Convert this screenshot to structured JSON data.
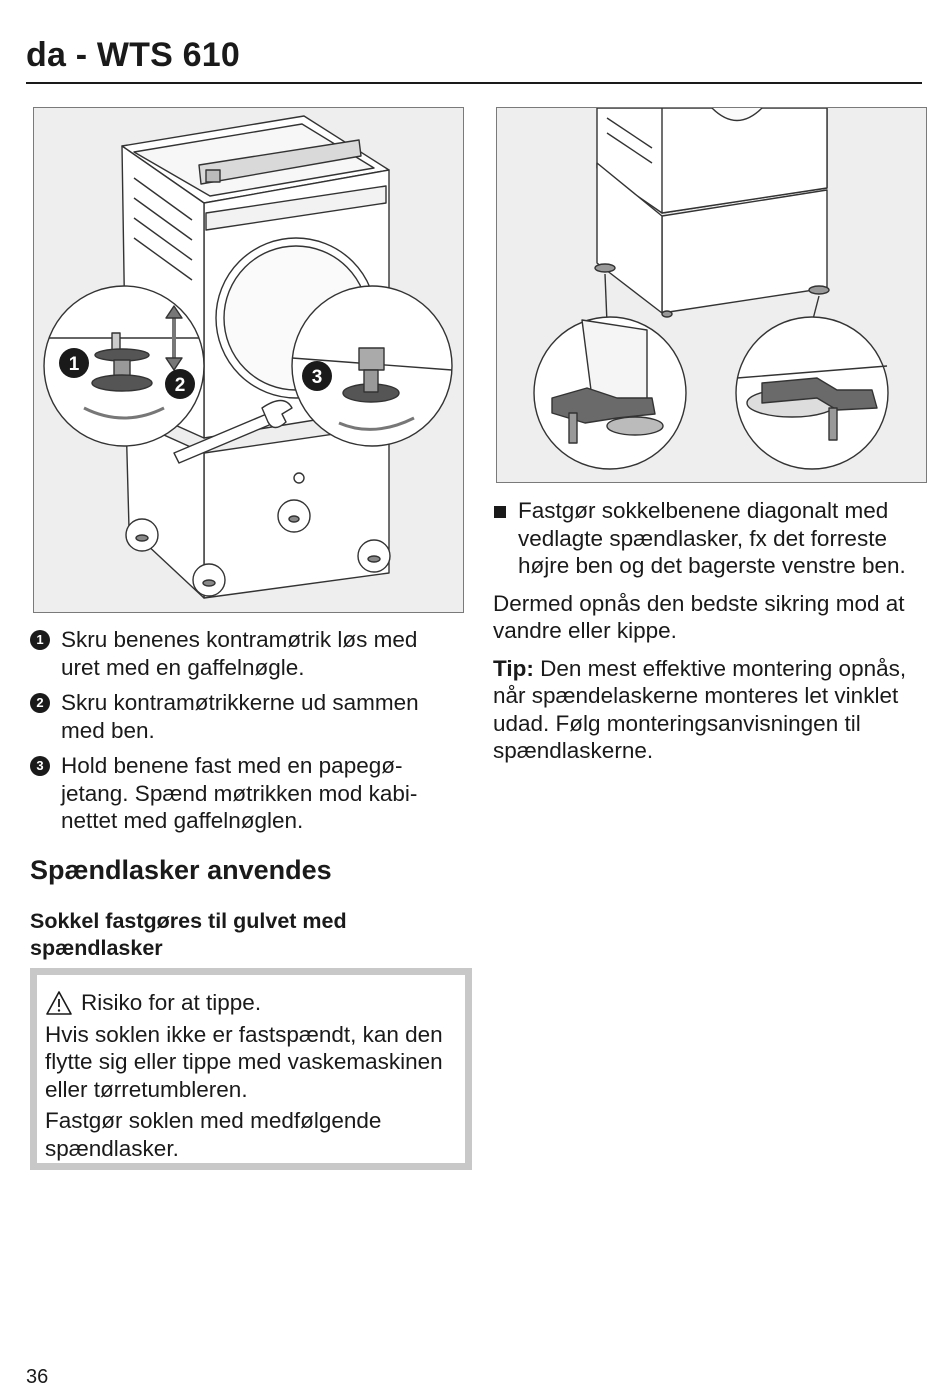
{
  "header": {
    "title": "da - WTS 610"
  },
  "figure1": {
    "callouts": [
      "1",
      "2",
      "3"
    ]
  },
  "steps": [
    {
      "num": "1",
      "text": "Skru benenes kontramøtrik løs med uret med en gaffelnøgle."
    },
    {
      "num": "2",
      "text": "Skru kontramøtrikkerne ud sammen med ben."
    },
    {
      "num": "3",
      "text": "Hold benene fast med en papegø­jetang. Spænd møtrikken mod kabi­nettet med gaffelnøglen."
    }
  ],
  "section_heading": "Spændlasker anvendes",
  "sub_heading": "Sokkel fastgøres til gulvet med spændlasker",
  "warning": {
    "icon": "warning-triangle-icon",
    "title": "Risiko for at tippe.",
    "body": [
      "Hvis soklen ikke er fastspændt, kan den flytte sig eller tippe med vaske­maskinen eller tørretumbleren.",
      "Fastgør soklen med medfølgende spændlasker."
    ]
  },
  "right_column": {
    "bullet": "Fastgør sokkelbenene diagonalt med vedlagte spændlasker, fx det forreste højre ben og det bagerste venstre ben.",
    "paragraph": "Dermed opnås den bedste sikring mod at vandre eller kippe.",
    "tip_label": "Tip:",
    "tip_text": " Den mest effektive montering op­nås, når spændelaskerne monteres let vinklet udad. Følg monteringsanvisnin­gen til spændlaskerne."
  },
  "page_number": "36",
  "colors": {
    "text": "#1a1a1a",
    "figure_bg": "#eeeeee",
    "warning_border": "#c8c8c8"
  }
}
